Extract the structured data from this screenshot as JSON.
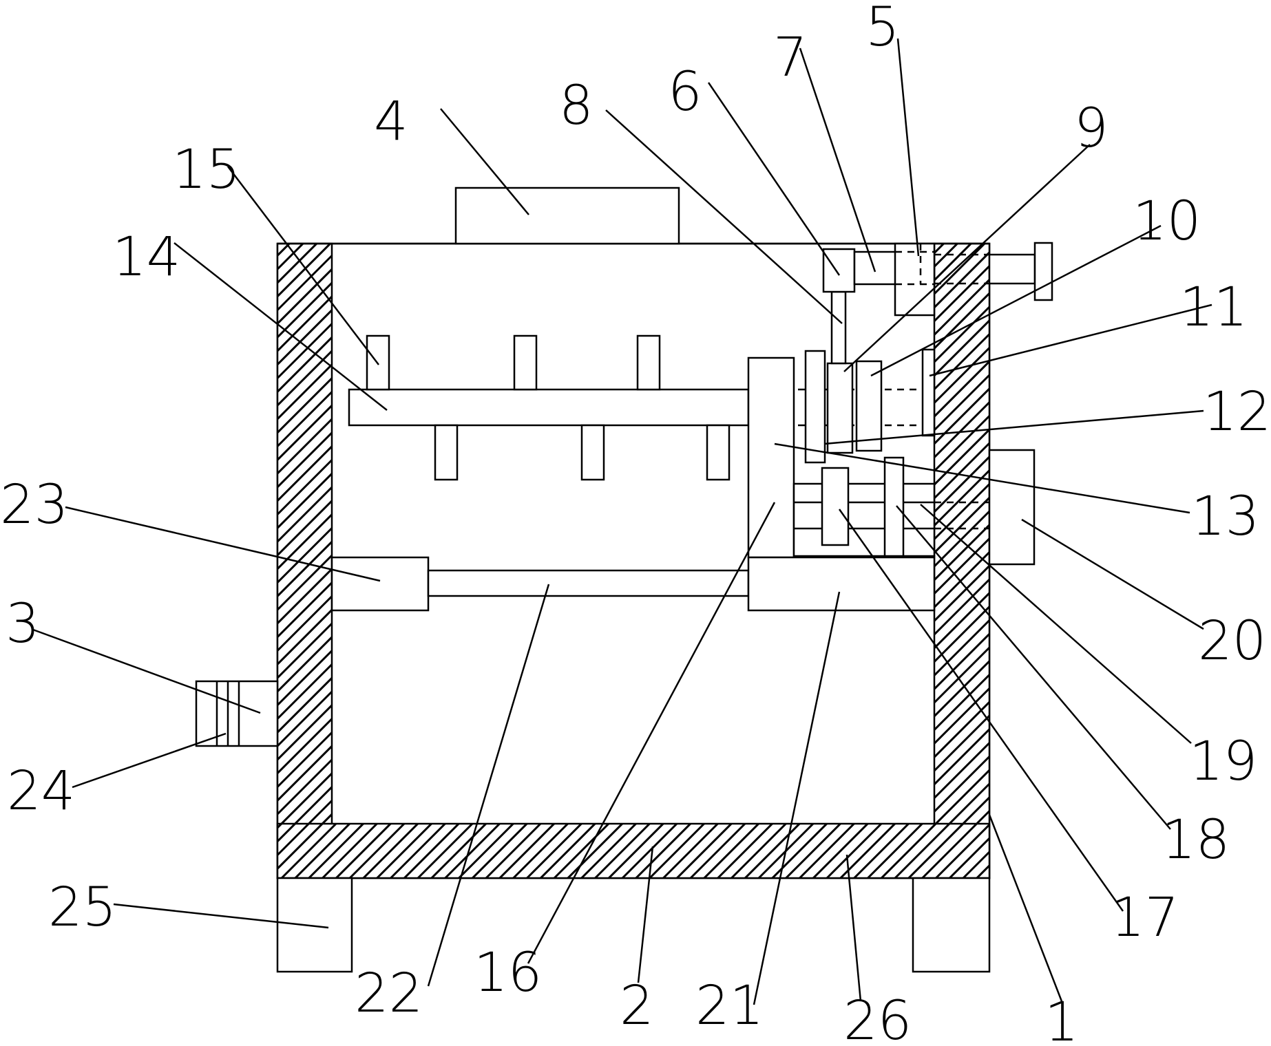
{
  "colors": {
    "line": "#000000",
    "background": "#ffffff",
    "hatch": "#000000"
  },
  "labels": {
    "n1": "1",
    "n2": "2",
    "n3": "3",
    "n4": "4",
    "n5": "5",
    "n6": "6",
    "n7": "7",
    "n8": "8",
    "n9": "9",
    "n10": "10",
    "n11": "11",
    "n12": "12",
    "n13": "13",
    "n14": "14",
    "n15": "15",
    "n16": "16",
    "n17": "17",
    "n18": "18",
    "n19": "19",
    "n20": "20",
    "n21": "21",
    "n22": "22",
    "n23": "23",
    "n24": "24",
    "n25": "25",
    "n26": "26"
  }
}
